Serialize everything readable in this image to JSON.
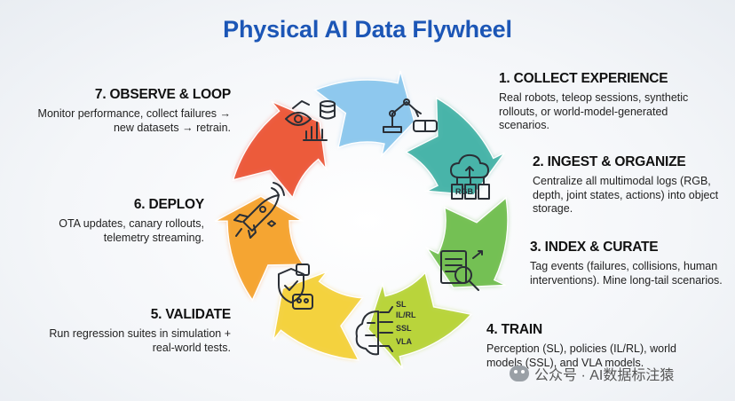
{
  "title": "Physical AI Data Flywheel",
  "steps": [
    {
      "title": "1. COLLECT EXPERIENCE",
      "desc": "Real robots, teleop sessions, synthetic rollouts, or world-model-generated scenarios.",
      "color": "#8ec9ee"
    },
    {
      "title": "2. INGEST & ORGANIZE",
      "desc": "Centralize all multimodal logs (RGB, depth, joint states, actions) into object storage.",
      "color": "#48b5a9"
    },
    {
      "title": "3. INDEX & CURATE",
      "desc": "Tag events (failures, collisions, human interventions). Mine long-tail scenarios.",
      "color": "#74c053"
    },
    {
      "title": "4. TRAIN",
      "desc": "Perception (SL), policies (IL/RL), world models (SSL), and VLA models.",
      "color": "#b9d43c"
    },
    {
      "title": "5. VALIDATE",
      "desc": "Run regression suites in simulation + real-world tests.",
      "color": "#f4d23f"
    },
    {
      "title": "6. DEPLOY",
      "desc": "OTA updates, canary rollouts, telemetry streaming.",
      "color": "#f5a531"
    },
    {
      "title": "7. OBSERVE & LOOP",
      "desc": "Monitor performance, collect failures → new datasets → retrain.",
      "color": "#ec5a3c"
    }
  ],
  "icons": [
    "robot-arm-headset-icon",
    "cloud-storage-icon",
    "search-document-icon",
    "neural-brain-icon",
    "shield-check-icon",
    "rocket-icon",
    "eye-chart-database-icon"
  ],
  "train_labels": [
    "SL",
    "IL/RL",
    "SSL",
    "VLA"
  ],
  "ingest_label": "RGB",
  "watermark": "公众号 · AI数据标注猿"
}
